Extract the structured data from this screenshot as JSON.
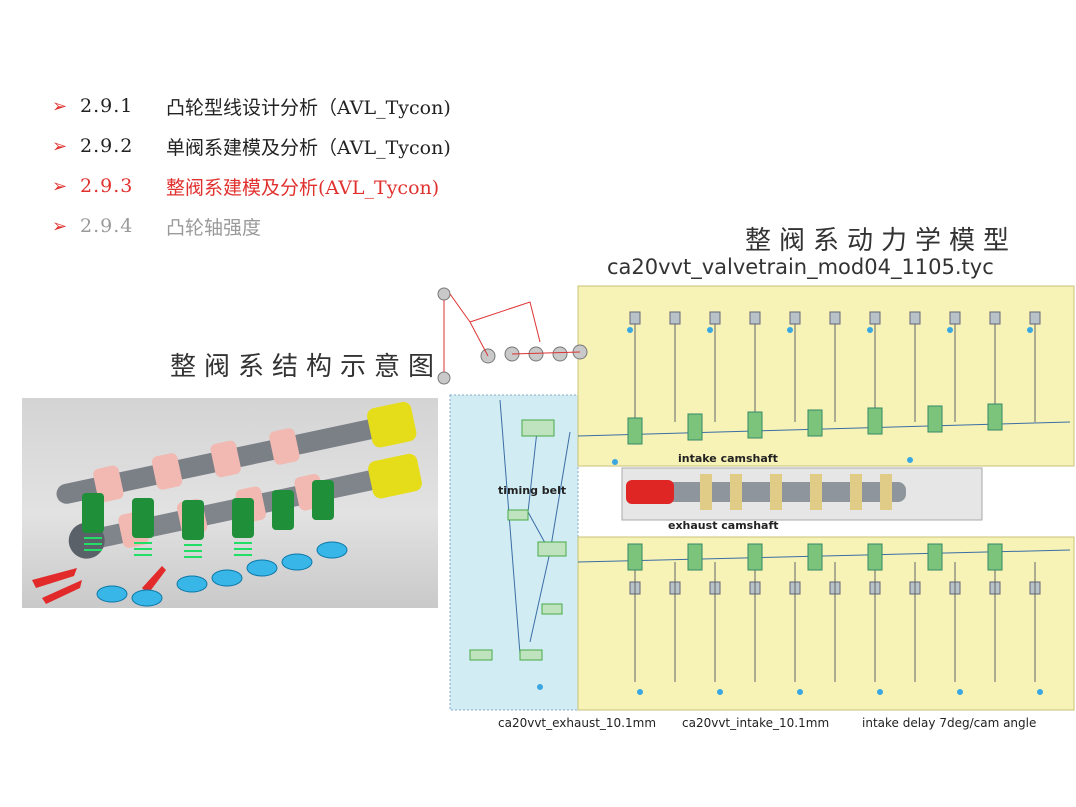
{
  "toc": [
    {
      "num": "2.9.1",
      "title": "凸轮型线设计分析（AVL_Tycon)",
      "state": "normal"
    },
    {
      "num": "2.9.2",
      "title": "单阀系建模及分析（AVL_Tycon)",
      "state": "normal"
    },
    {
      "num": "2.9.3",
      "title": "整阀系建模及分析(AVL_Tycon)",
      "state": "active"
    },
    {
      "num": "2.9.4",
      "title": "凸轮轴强度",
      "state": "dim"
    }
  ],
  "bullet_symbol": "➢",
  "captions": {
    "structure": "整阀系结构示意图",
    "dynamics": "整阀系动力学模型",
    "model_file": "ca20vvt_valvetrain_mod04_1105.tyc"
  },
  "diagram": {
    "timing_belt": "timing belt",
    "intake_camshaft": "intake camshaft",
    "exhaust_camshaft": "exhaust camshaft"
  },
  "bottom_labels": {
    "exhaust": "ca20vvt_exhaust_10.1mm",
    "intake": "ca20vvt_intake_10.1mm",
    "delay": "intake delay 7deg/cam angle"
  },
  "colors": {
    "accent": "#e0312f",
    "dim": "#9a9a9a",
    "model_bg": "#f7f2b6",
    "belt_bg": "#d2ecf3"
  }
}
